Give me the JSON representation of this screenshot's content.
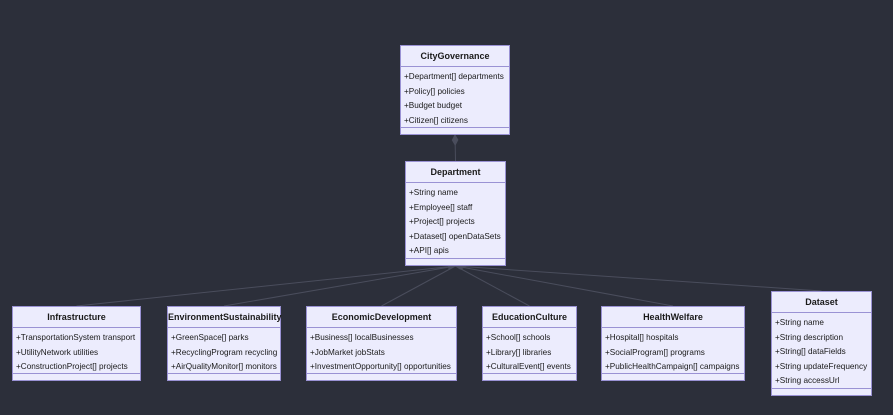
{
  "diagram": {
    "classes": [
      {
        "id": "city",
        "name": "CityGovernance",
        "fields": [
          "+Department[] departments",
          "+Policy[] policies",
          "+Budget budget",
          "+Citizen[] citizens"
        ]
      },
      {
        "id": "department",
        "name": "Department",
        "fields": [
          "+String name",
          "+Employee[] staff",
          "+Project[] projects",
          "+Dataset[] openDataSets",
          "+API[] apis"
        ]
      },
      {
        "id": "infra",
        "name": "Infrastructure",
        "fields": [
          "+TransportationSystem transport",
          "+UtilityNetwork utilities",
          "+ConstructionProject[] projects"
        ]
      },
      {
        "id": "env",
        "name": "EnvironmentSustainability",
        "fields": [
          "+GreenSpace[] parks",
          "+RecyclingProgram recycling",
          "+AirQualityMonitor[] monitors"
        ]
      },
      {
        "id": "econ",
        "name": "EconomicDevelopment",
        "fields": [
          "+Business[] localBusinesses",
          "+JobMarket jobStats",
          "+InvestmentOpportunity[] opportunities"
        ]
      },
      {
        "id": "edu",
        "name": "EducationCulture",
        "fields": [
          "+School[] schools",
          "+Library[] libraries",
          "+CulturalEvent[] events"
        ]
      },
      {
        "id": "health",
        "name": "HealthWelfare",
        "fields": [
          "+Hospital[] hospitals",
          "+SocialProgram[] programs",
          "+PublicHealthCampaign[] campaigns"
        ]
      },
      {
        "id": "dataset",
        "name": "Dataset",
        "fields": [
          "+String name",
          "+String description",
          "+String[] dataFields",
          "+String updateFrequency",
          "+String accessUrl"
        ]
      }
    ],
    "relations": [
      {
        "from": "city",
        "to": "department",
        "type": "composition"
      },
      {
        "from": "department",
        "to": "infra",
        "type": "inheritance"
      },
      {
        "from": "department",
        "to": "env",
        "type": "inheritance"
      },
      {
        "from": "department",
        "to": "econ",
        "type": "inheritance"
      },
      {
        "from": "department",
        "to": "edu",
        "type": "inheritance"
      },
      {
        "from": "department",
        "to": "health",
        "type": "inheritance"
      },
      {
        "from": "department",
        "to": "dataset",
        "type": "composition"
      }
    ],
    "colors": {
      "background": "#2c2f3a",
      "box_fill": "#ececfd",
      "box_border": "#9a92d4",
      "edge": "#4a4d5c"
    }
  }
}
